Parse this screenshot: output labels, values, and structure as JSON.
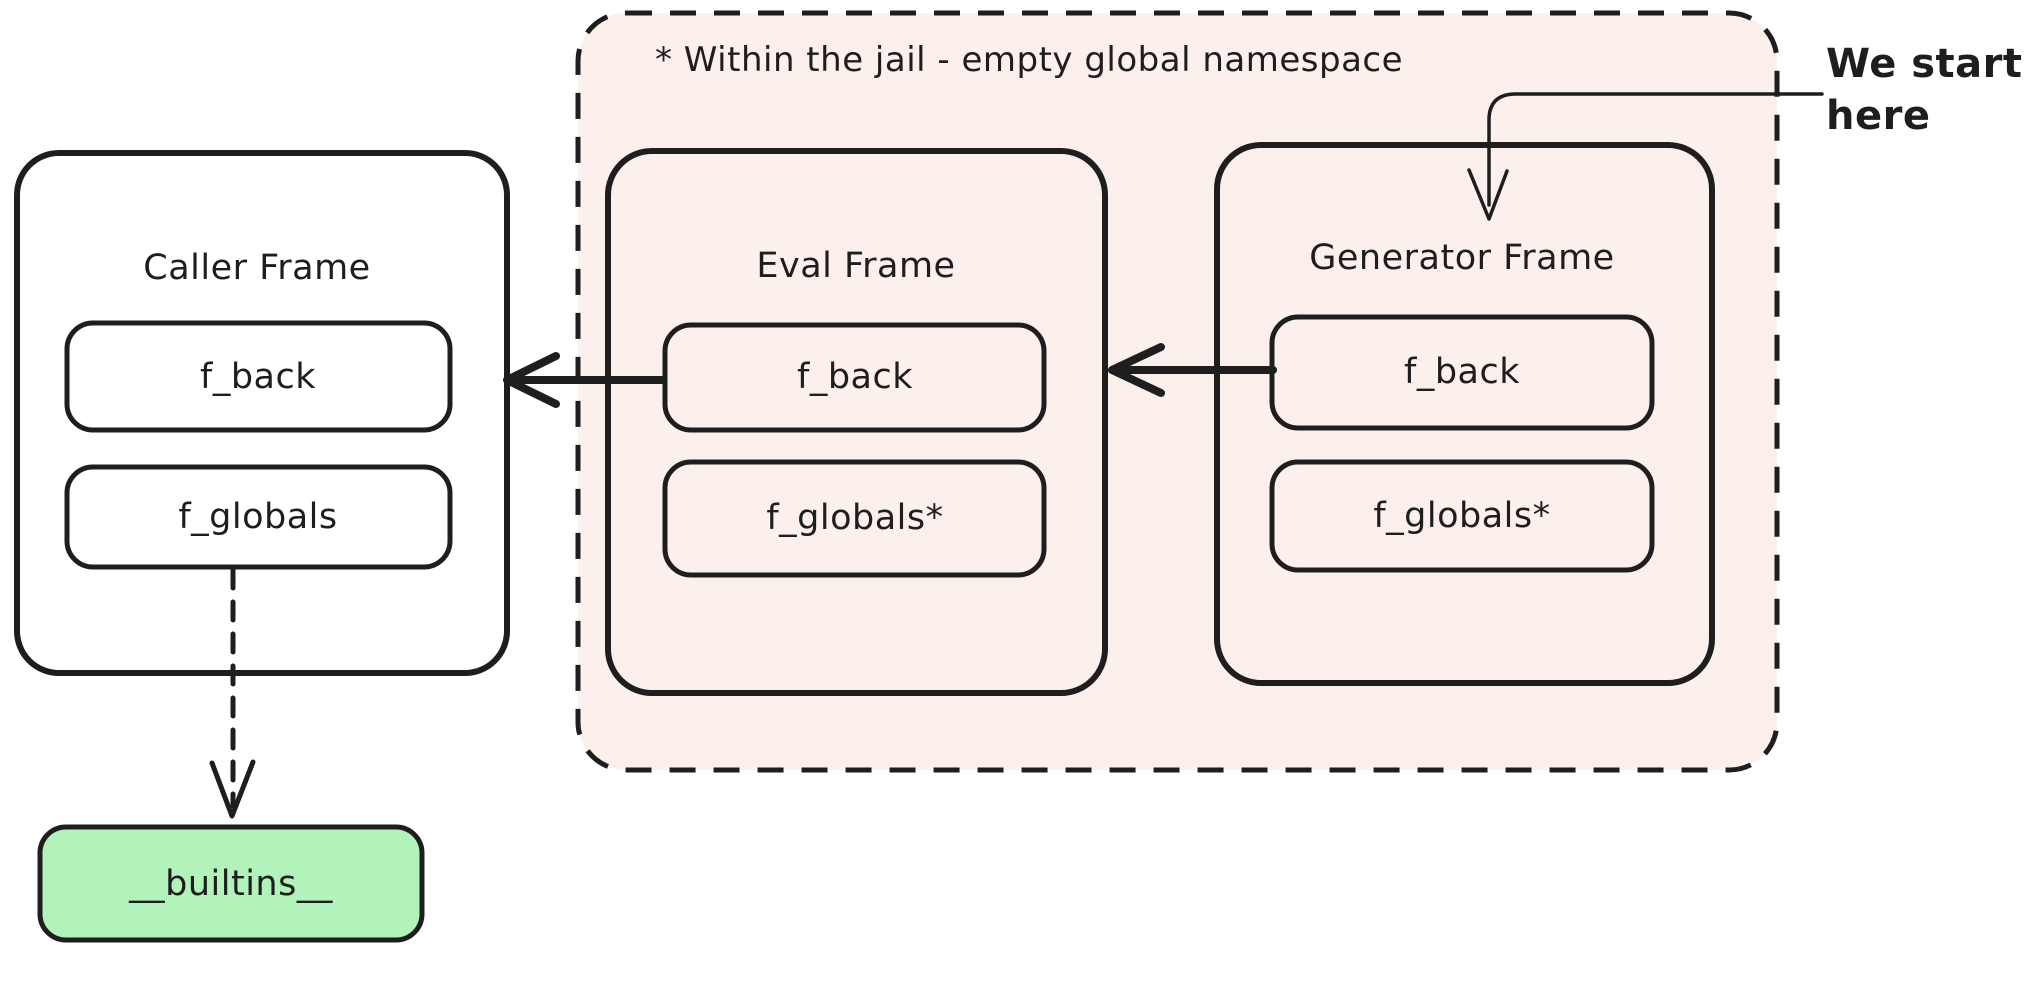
{
  "jail": {
    "title": "* Within the jail - empty global namespace"
  },
  "frames": {
    "caller": {
      "title": "Caller Frame",
      "fields": [
        "f_back",
        "f_globals"
      ]
    },
    "eval": {
      "title": "Eval Frame",
      "fields": [
        "f_back",
        "f_globals*"
      ]
    },
    "generator": {
      "title": "Generator Frame",
      "fields": [
        "f_back",
        "f_globals*"
      ]
    }
  },
  "builtins": {
    "label": "__builtins__"
  },
  "annotation": {
    "lines": [
      "We start",
      "here"
    ]
  },
  "colors": {
    "ink": "#1e1e1e",
    "jail_bg": "#fcf0ed",
    "frame_bg": "#ffffff",
    "builtins_bg": "#b2f2bb",
    "annotation_green": "#2f9e44"
  }
}
